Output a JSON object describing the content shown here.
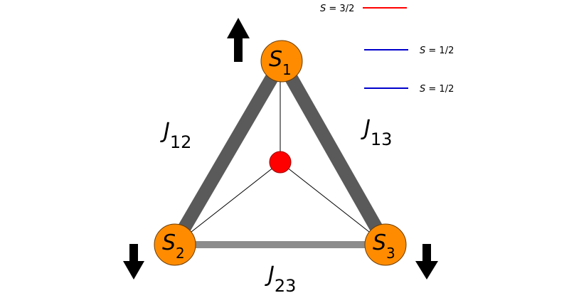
{
  "colors": {
    "bond_strong": "#5a5a5a",
    "bond_weak": "#8c8c8c",
    "spin_node": "#ff8c00",
    "center_node": "#ff0000",
    "arrow": "#000000",
    "legend_red": "#ff0000",
    "legend_blue": "#0000cc"
  },
  "nodes": {
    "s1": {
      "symbol": "S",
      "sub": "1"
    },
    "s2": {
      "symbol": "S",
      "sub": "2"
    },
    "s3": {
      "symbol": "S",
      "sub": "3"
    }
  },
  "couplings": {
    "j12": {
      "symbol": "J",
      "sub": "12"
    },
    "j13": {
      "symbol": "J",
      "sub": "13"
    },
    "j23": {
      "symbol": "J",
      "sub": "23"
    }
  },
  "spins": {
    "s1": "up",
    "s2": "down",
    "s3": "down"
  },
  "legend": [
    {
      "var": "S",
      "value": " = 3/2",
      "color": "red-line"
    },
    {
      "var": "S",
      "value": " = 1/2",
      "color": "blue-line"
    },
    {
      "var": "S",
      "value": " = 1/2",
      "color": "blue-line"
    }
  ]
}
